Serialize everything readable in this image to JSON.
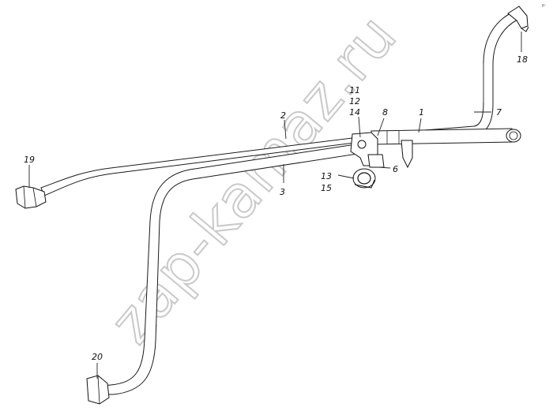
{
  "watermark": {
    "text": "zap-kamaz.ru"
  },
  "corner_mark": {
    "text": "p-"
  },
  "callouts": {
    "c1": "1",
    "c2": "2",
    "c3": "3",
    "c6": "6",
    "c7": "7",
    "c8": "8",
    "c11": "11",
    "c12": "12",
    "c13": "13",
    "c14": "14",
    "c15": "15",
    "c18": "18",
    "c19": "19",
    "c20": "20"
  }
}
